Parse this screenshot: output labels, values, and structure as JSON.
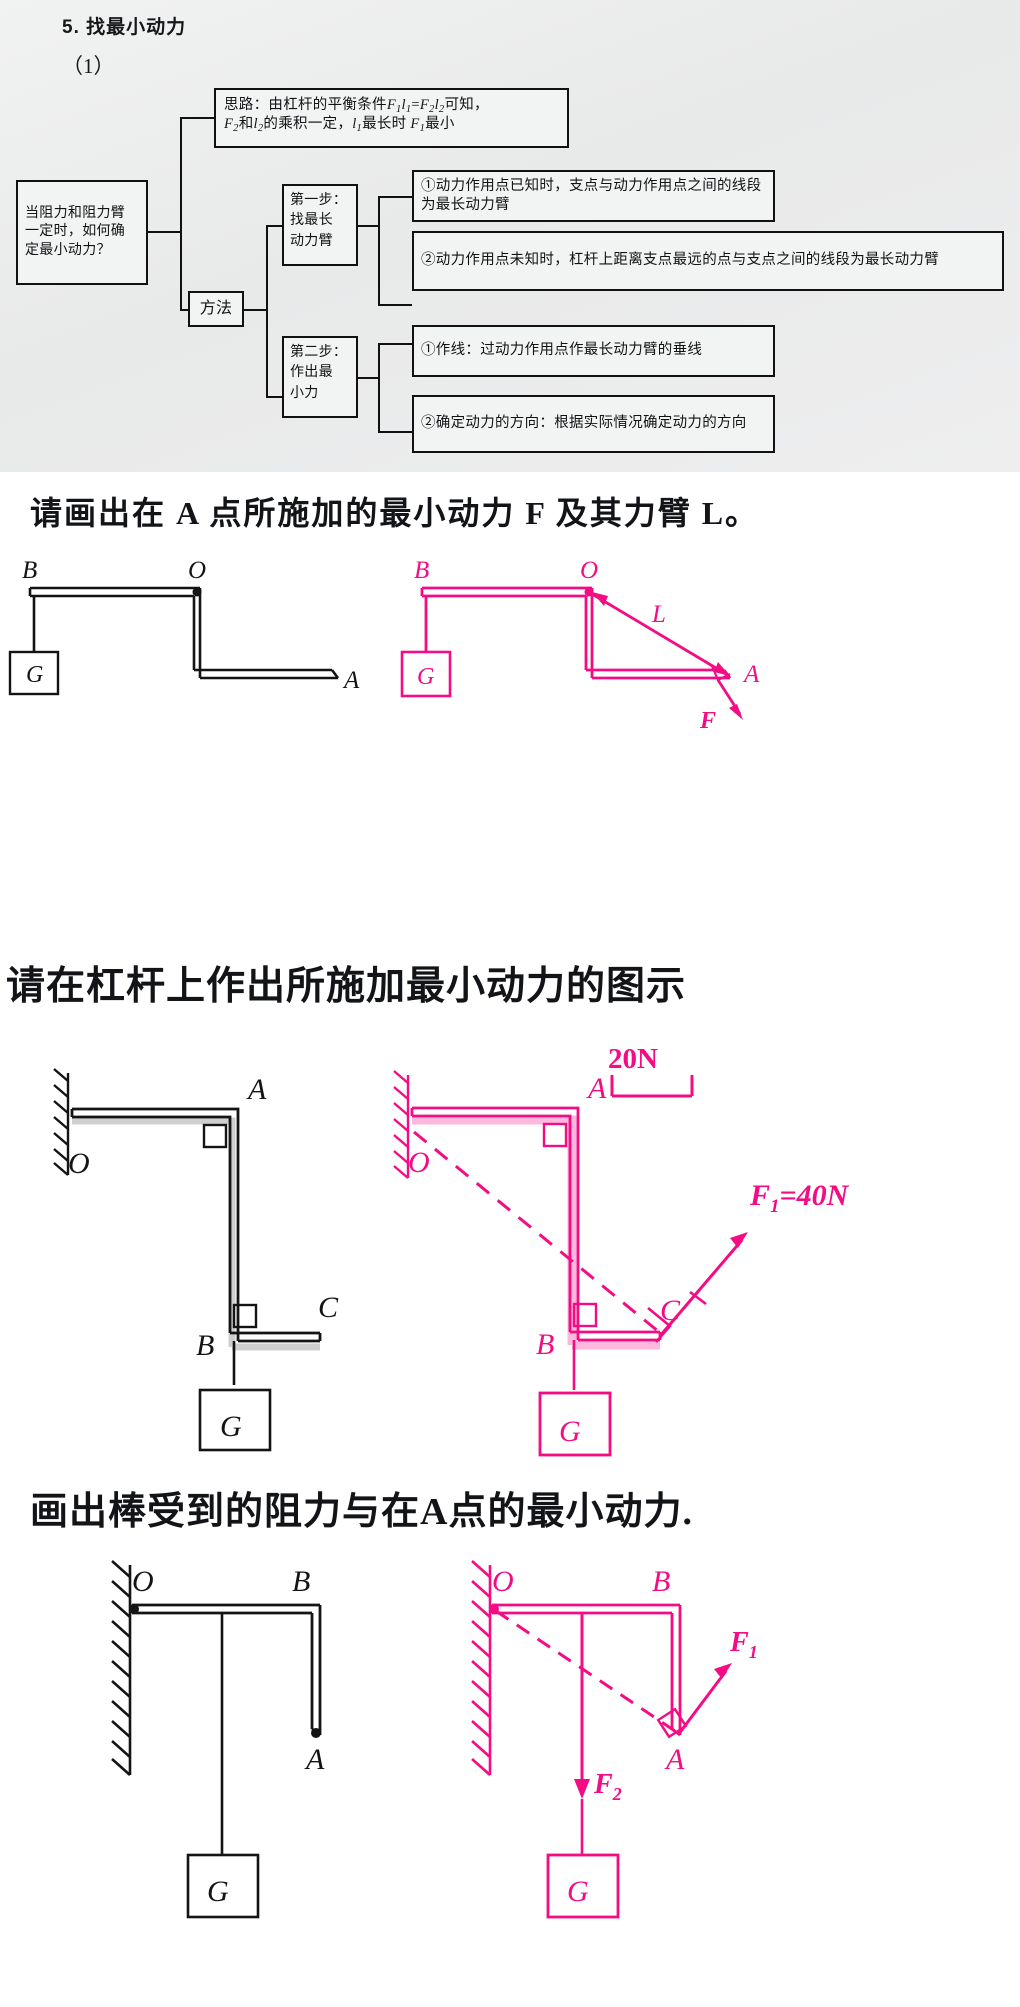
{
  "document": {
    "section_number": "5.",
    "section_title": "找最小动力",
    "item_label": "（1）"
  },
  "flowchart": {
    "root": "当阻力和阻力臂一定时，如何确定最小动力？",
    "idea_label": "思路：",
    "idea_text_line1": "由杠杆的平衡条件F1l1=F2l2可知，",
    "idea_text_line2": "F2和l2的乘积一定，l1最长时 F1最小",
    "method": "方法",
    "step1": "第一步：找最长动力臂",
    "step1_line1": "第一步：",
    "step1_line2": "找最长",
    "step1_line3": "动力臂",
    "step1_detail_a": "①动力作用点已知时，支点与动力作用点之间的线段为最长动力臂",
    "step1_detail_b": "②动力作用点未知时，杠杆上距离支点最远的点与支点之间的线段为最长动力臂",
    "step2_line1": "第二步：",
    "step2_line2": "作出最",
    "step2_line3": "小力",
    "step2_detail_a": "①作线：过动力作用点作最长动力臂的垂线",
    "step2_detail_b": "②确定动力的方向：根据实际情况确定动力的方向"
  },
  "questions": [
    {
      "id": "q1",
      "prompt": "请画出在 A 点所施加的最小动力 F 及其力臂 L。",
      "left_diagram": {
        "labels": [
          "B",
          "O",
          "G",
          "A"
        ],
        "color": "#1a1a1a"
      },
      "right_diagram": {
        "labels": [
          "B",
          "O",
          "G",
          "A",
          "L",
          "F"
        ],
        "color": "#f40c85"
      }
    },
    {
      "id": "q2",
      "prompt": "请在杠杆上作出所施加最小动力的图示",
      "left_diagram": {
        "labels": [
          "O",
          "A",
          "B",
          "C",
          "G"
        ],
        "color": "#1a1a1a"
      },
      "right_diagram": {
        "labels": [
          "O",
          "A",
          "B",
          "C",
          "G"
        ],
        "scale_label": "20N",
        "force_label": "F1=40N",
        "color": "#f40c85"
      }
    },
    {
      "id": "q3",
      "prompt": "画出棒受到的阻力与在A点的最小动力.",
      "left_diagram": {
        "labels": [
          "O",
          "B",
          "A",
          "G"
        ],
        "color": "#1a1a1a"
      },
      "right_diagram": {
        "labels": [
          "O",
          "B",
          "A",
          "G",
          "F1",
          "F2"
        ],
        "color": "#f40c85"
      }
    }
  ],
  "colors": {
    "ink_black": "#141414",
    "ink_magenta": "#f40c85",
    "panel_bg": "#eceded",
    "page_bg": "#ffffff"
  }
}
